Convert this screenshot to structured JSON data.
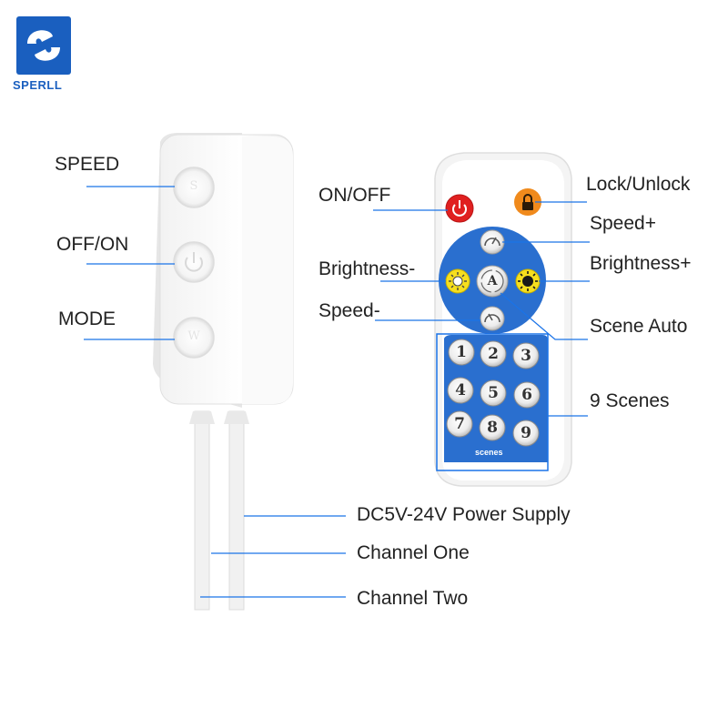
{
  "brand": {
    "name": "SPERLL",
    "logo_icon": "blue-square-swirl-logo",
    "color": "#1a5fbf"
  },
  "controller": {
    "labels": {
      "speed": "SPEED",
      "offon": "OFF/ON",
      "mode": "MODE"
    },
    "button_letters": {
      "speed": "S",
      "mode": "W"
    },
    "cables": {
      "power": "DC5V-24V Power Supply",
      "channel_one": "Channel One",
      "channel_two": "Channel Two"
    }
  },
  "remote": {
    "labels": {
      "onoff": "ON/OFF",
      "lock": "Lock/Unlock",
      "speed_plus": "Speed+",
      "brightness_minus": "Brightness-",
      "brightness_plus": "Brightness+",
      "speed_minus": "Speed-",
      "scene_auto": "Scene Auto",
      "nine_scenes": "9 Scenes"
    },
    "auto_key": "A",
    "scene_keys": [
      "1",
      "2",
      "3",
      "4",
      "5",
      "6",
      "7",
      "8",
      "9"
    ],
    "scenes_caption": "scenes",
    "colors": {
      "power": "#e02020",
      "lock": "#f08a1c",
      "pad": "#2a6fcf",
      "bright": "#f6df1e",
      "leader": "#1a73e8"
    }
  }
}
